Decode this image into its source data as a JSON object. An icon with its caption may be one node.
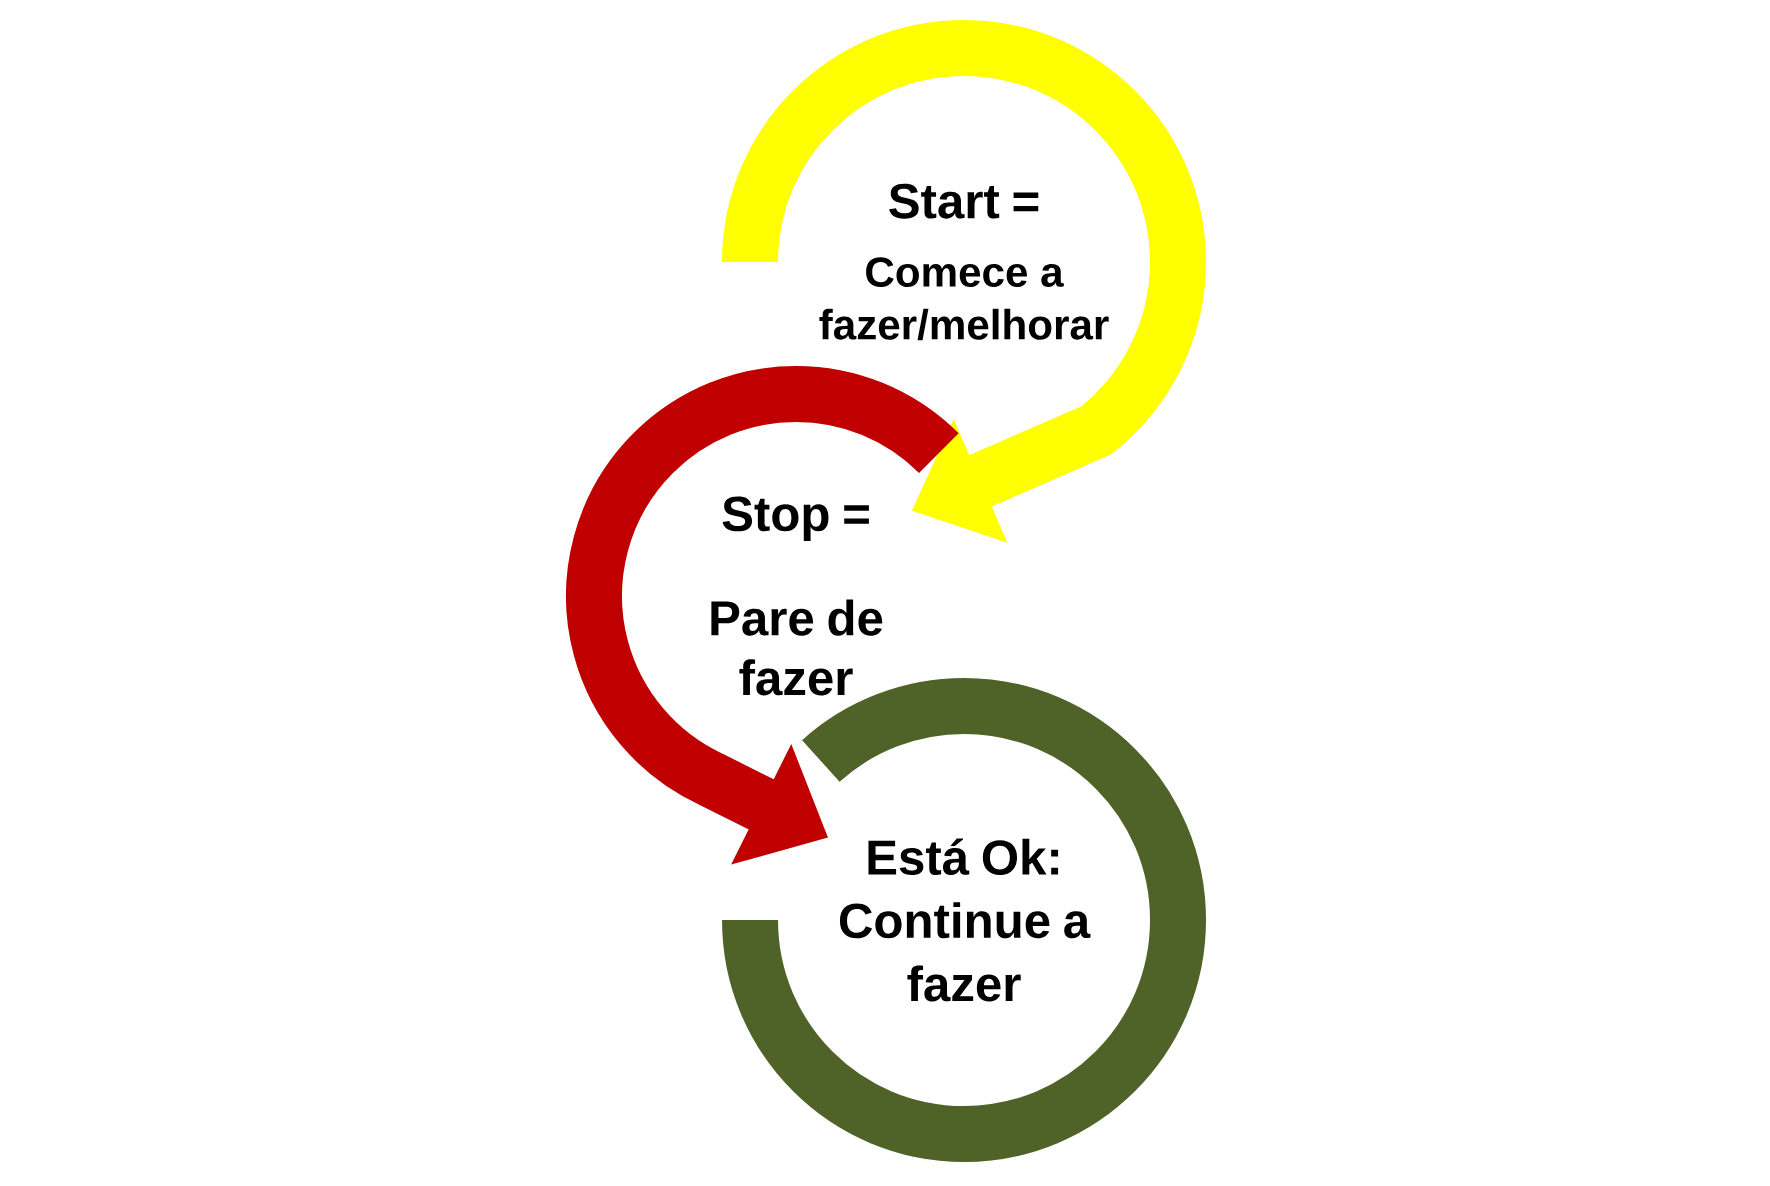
{
  "diagram": {
    "nodes": [
      {
        "text": [
          "Start =",
          "Comece a fazer/melhorar"
        ]
      },
      {
        "text": [
          "Stop =",
          "Pare de fazer"
        ]
      },
      {
        "text": [
          "Está Ok: Continue a fazer"
        ]
      }
    ],
    "edges": [
      {
        "from": 0,
        "to": 1,
        "arrow": "to",
        "color": "#ffff00"
      },
      {
        "from": 1,
        "to": 2,
        "arrow": "to",
        "color": "#c00000"
      }
    ]
  }
}
